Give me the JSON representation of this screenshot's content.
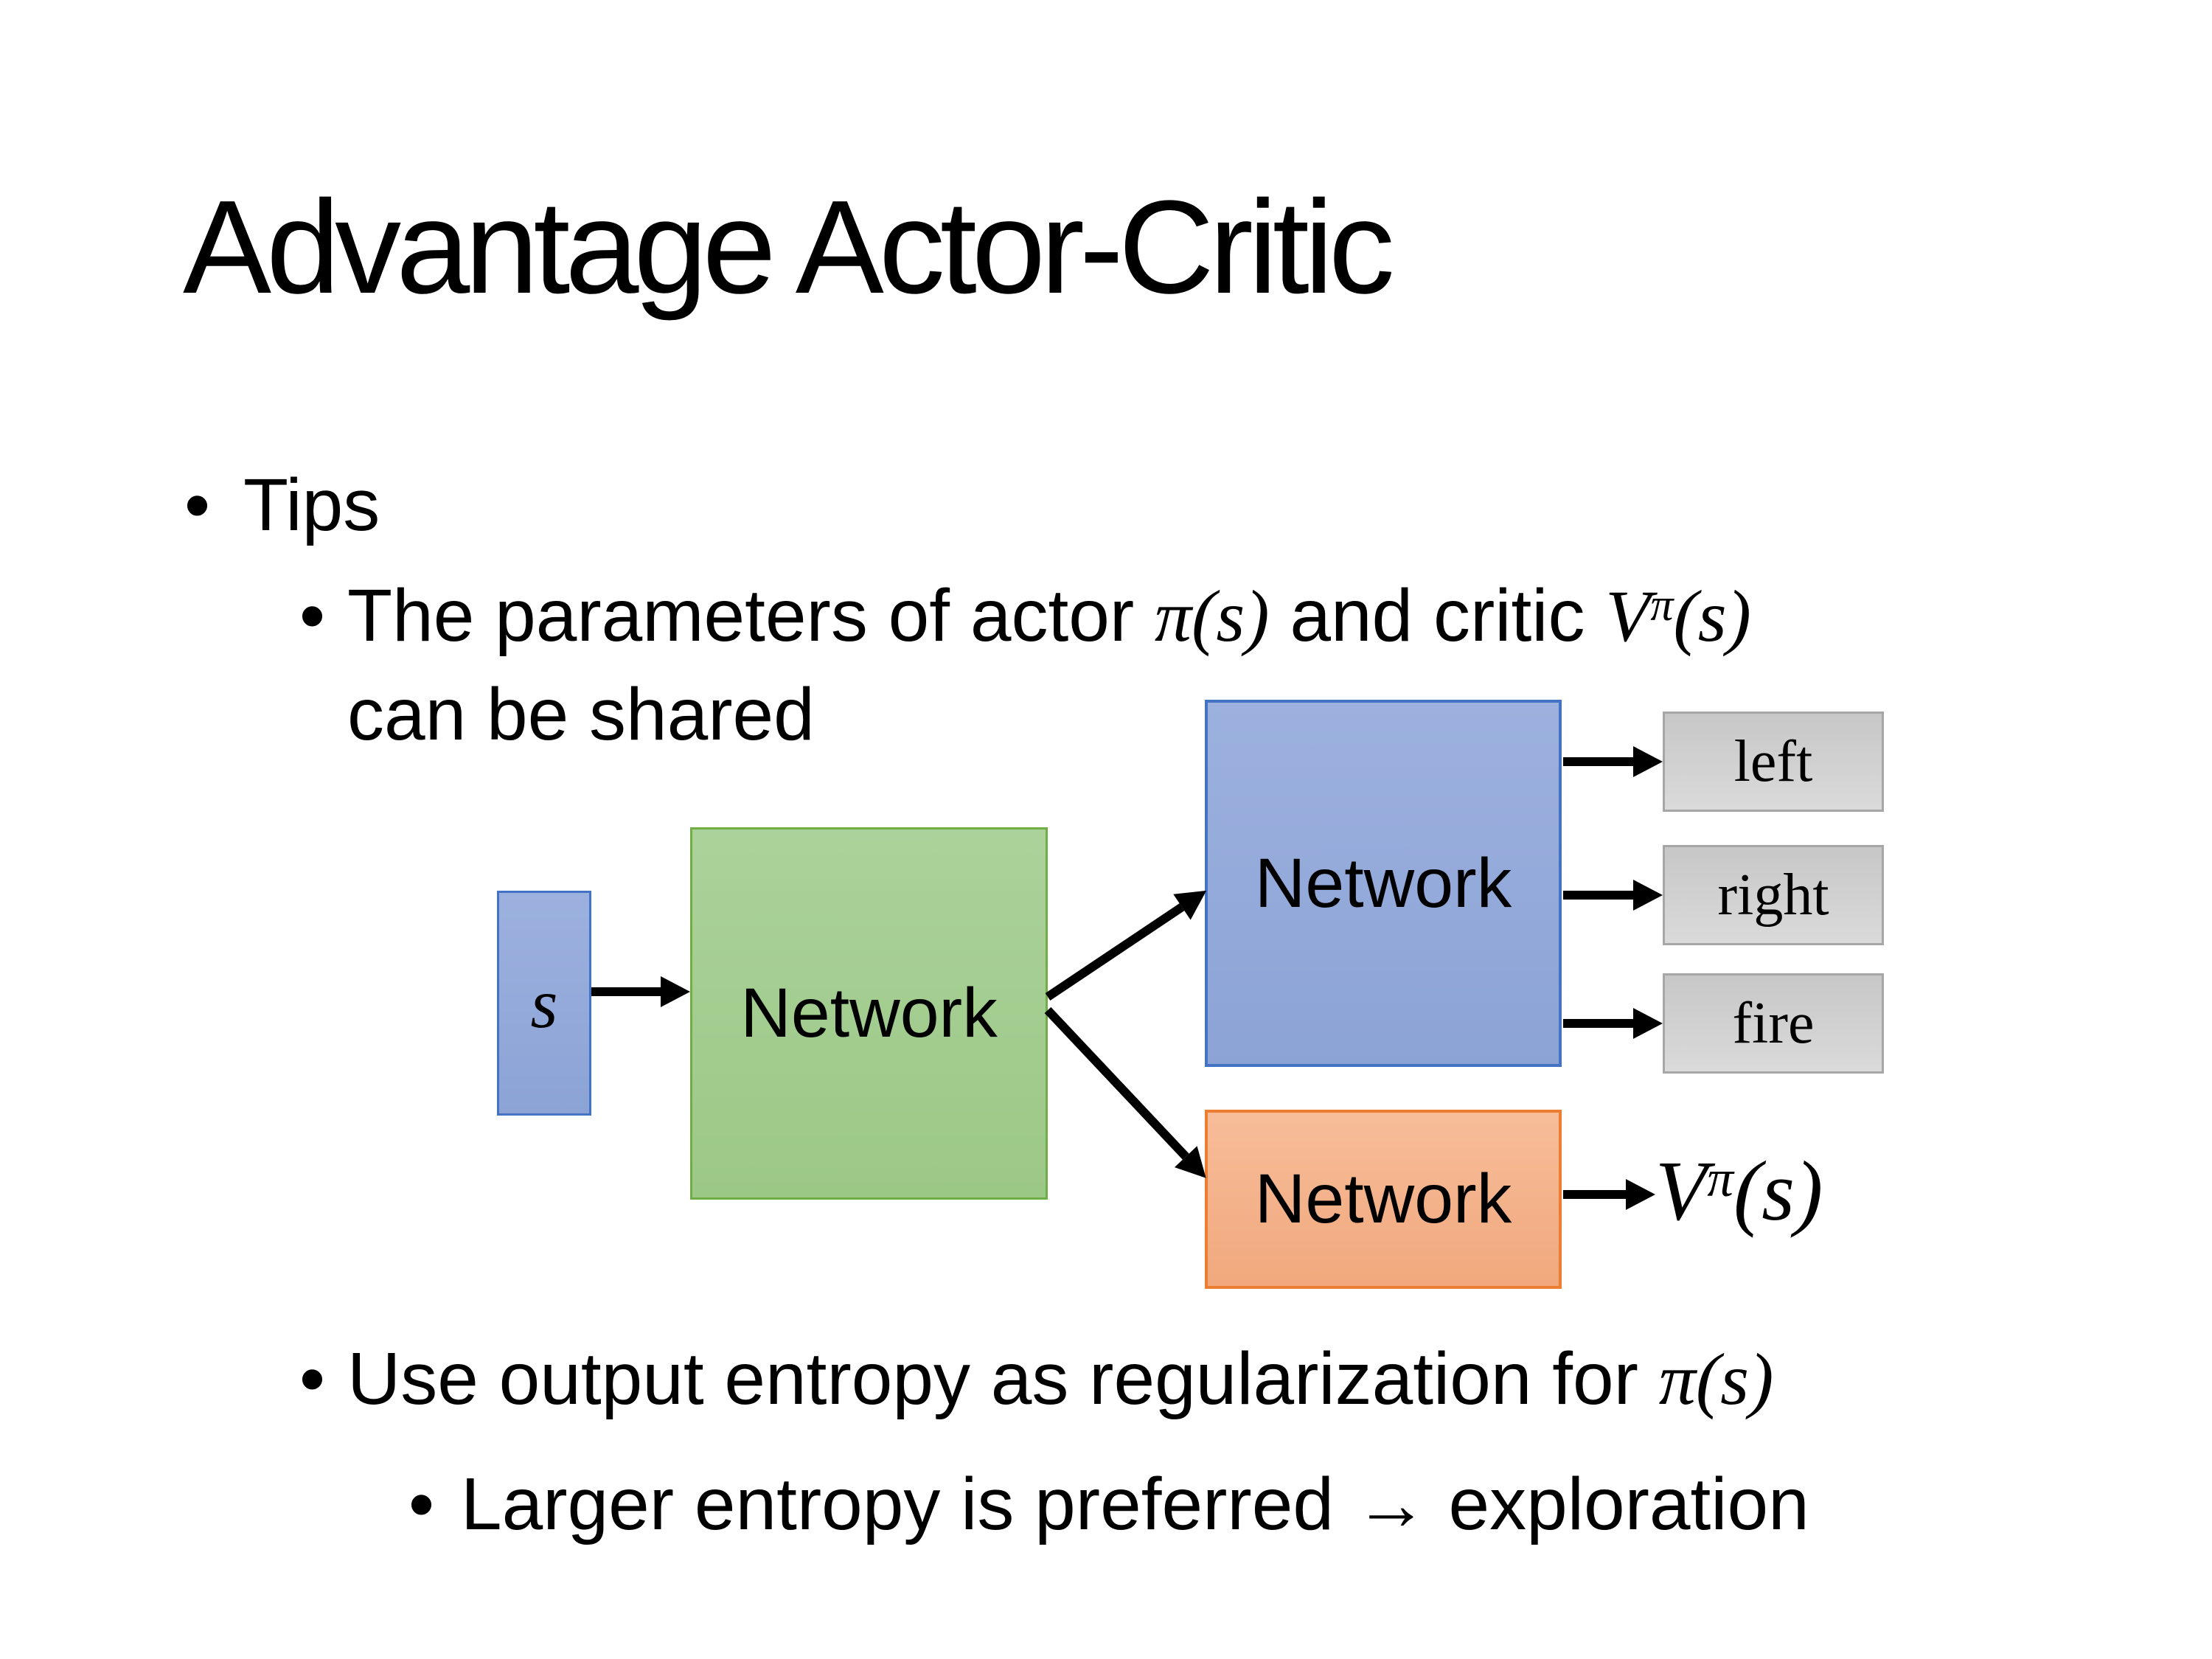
{
  "slide": {
    "title": "Advantage Actor-Critic"
  },
  "bullets": {
    "tips": {
      "marker": "•",
      "label": "Tips"
    },
    "tip1": {
      "marker": "•",
      "pre": "The parameters of actor ",
      "math_pi": "π(s)",
      "mid": "  and critic ",
      "v_base": "V",
      "v_sup": "π",
      "v_args": "(s)",
      "line2": "can be shared"
    },
    "tip2": {
      "marker": "•",
      "pre": "Use output entropy as regularization for ",
      "math_pi": "π(s)"
    },
    "tip3": {
      "marker": "•",
      "text": "Larger entropy is preferred → exploration"
    }
  },
  "diagram": {
    "state_label": "s",
    "shared_network_label": "Network",
    "actor_network_label": "Network",
    "critic_network_label": "Network",
    "action_labels": [
      "left",
      "right",
      "fire"
    ],
    "value_label": {
      "base": "V",
      "sup": "π",
      "args": "(s)"
    },
    "colors": {
      "background": "#FFFFFF",
      "text": "#000000",
      "arrow": "#000000",
      "blue_fill": "#9CB1DE",
      "blue_fill2": "#8CA3D6",
      "blue_border": "#4472C4",
      "green_fill": "#ABD29A",
      "green_fill2": "#9CC886",
      "green_border": "#70AD47",
      "orange_fill": "#F7BD99",
      "orange_fill2": "#F1A87D",
      "orange_border": "#ED7D31",
      "gray_fill": "#C7C7C7",
      "gray_fill2": "#DADADA",
      "gray_border": "#A6A6A6"
    }
  }
}
